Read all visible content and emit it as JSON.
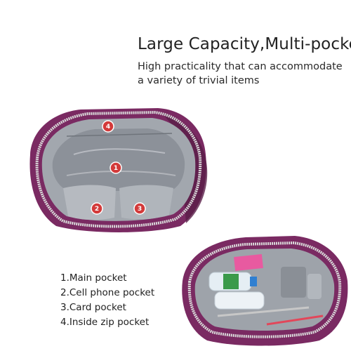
{
  "heading": {
    "title": "Large Capacity,Multi-pocket",
    "subtitle_line1": "High practicality that can accommodate",
    "subtitle_line2": "a variety of trivial items"
  },
  "pockets": [
    {
      "number": "1",
      "label": "1.Main  pocket"
    },
    {
      "number": "2",
      "label": "2.Cell phone  pocket"
    },
    {
      "number": "3",
      "label": "3.Card pocket"
    },
    {
      "number": "4",
      "label": "4.Inside zip  pocket"
    }
  ],
  "colors": {
    "bag_purple": "#7a2a62",
    "lining_gray": "#9aa0a8",
    "badge_red": "#d33a3a"
  }
}
